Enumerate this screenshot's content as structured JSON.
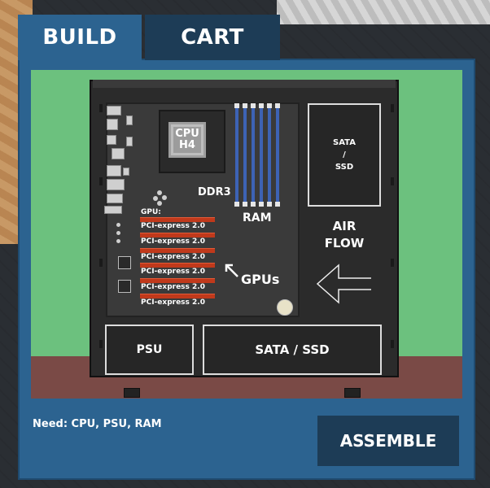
{
  "tabs": {
    "build": "BUILD",
    "cart": "CART"
  },
  "motherboard": {
    "cpu_label": "CPU\nH4",
    "ram_type": "DDR3",
    "ram_label": "RAM",
    "gpu_header": "GPU:",
    "pci_slots": [
      "PCI-express 2.0",
      "PCI-express 2.0",
      "PCI-express 2.0",
      "PCI-express 2.0",
      "PCI-express 2.0",
      "PCI-express 2.0"
    ],
    "gpus_label": "GPUs"
  },
  "bays": {
    "sata_top": "SATA\n/\nSSD",
    "psu": "PSU",
    "sata_bottom": "SATA / SSD"
  },
  "airflow": "AIR\nFLOW",
  "footer": {
    "need_text": "Need: CPU, PSU, RAM",
    "assemble_label": "ASSEMBLE"
  },
  "colors": {
    "panel": "#2c6390",
    "tab_inactive": "#1d3c56",
    "scene_bg": "#6cc17e",
    "floor": "#7a4a46",
    "pci_slot": "#c0391b",
    "ram_slot": "#3d63b5"
  },
  "icons": [
    "arrow-left-icon",
    "pointer-arrow-icon"
  ]
}
